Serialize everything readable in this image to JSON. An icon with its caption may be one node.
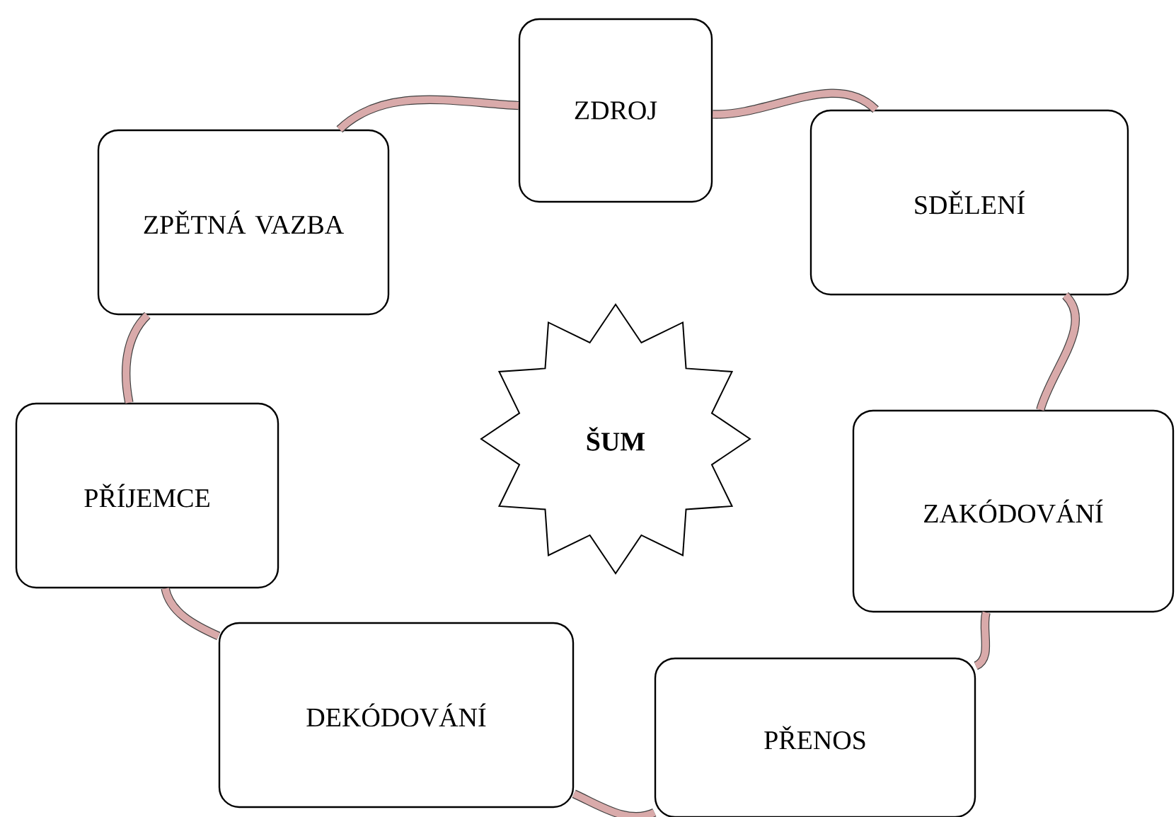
{
  "diagram": {
    "nodes": [
      {
        "text": [
          "ZDROJ"
        ]
      },
      {
        "text": [
          "SDĚLENÍ"
        ]
      },
      {
        "text": [
          "ZAKÓDOVÁNÍ"
        ]
      },
      {
        "text": [
          "PŘENOS"
        ]
      },
      {
        "text": [
          "DEKÓDOVÁNÍ"
        ]
      },
      {
        "text": [
          "PŘÍJEMCE"
        ]
      },
      {
        "text": [
          "ZPĚTNÁ VAZBA"
        ]
      },
      {
        "text": [
          "**ŠUM**"
        ]
      }
    ],
    "edges": [
      {
        "from": 0,
        "to": 1,
        "arrow": "none"
      },
      {
        "from": 1,
        "to": 2,
        "arrow": "none"
      },
      {
        "from": 2,
        "to": 3,
        "arrow": "none"
      },
      {
        "from": 3,
        "to": 4,
        "arrow": "none"
      },
      {
        "from": 4,
        "to": 5,
        "arrow": "none"
      },
      {
        "from": 5,
        "to": 6,
        "arrow": "none"
      },
      {
        "from": 6,
        "to": 0,
        "arrow": "none"
      }
    ]
  }
}
